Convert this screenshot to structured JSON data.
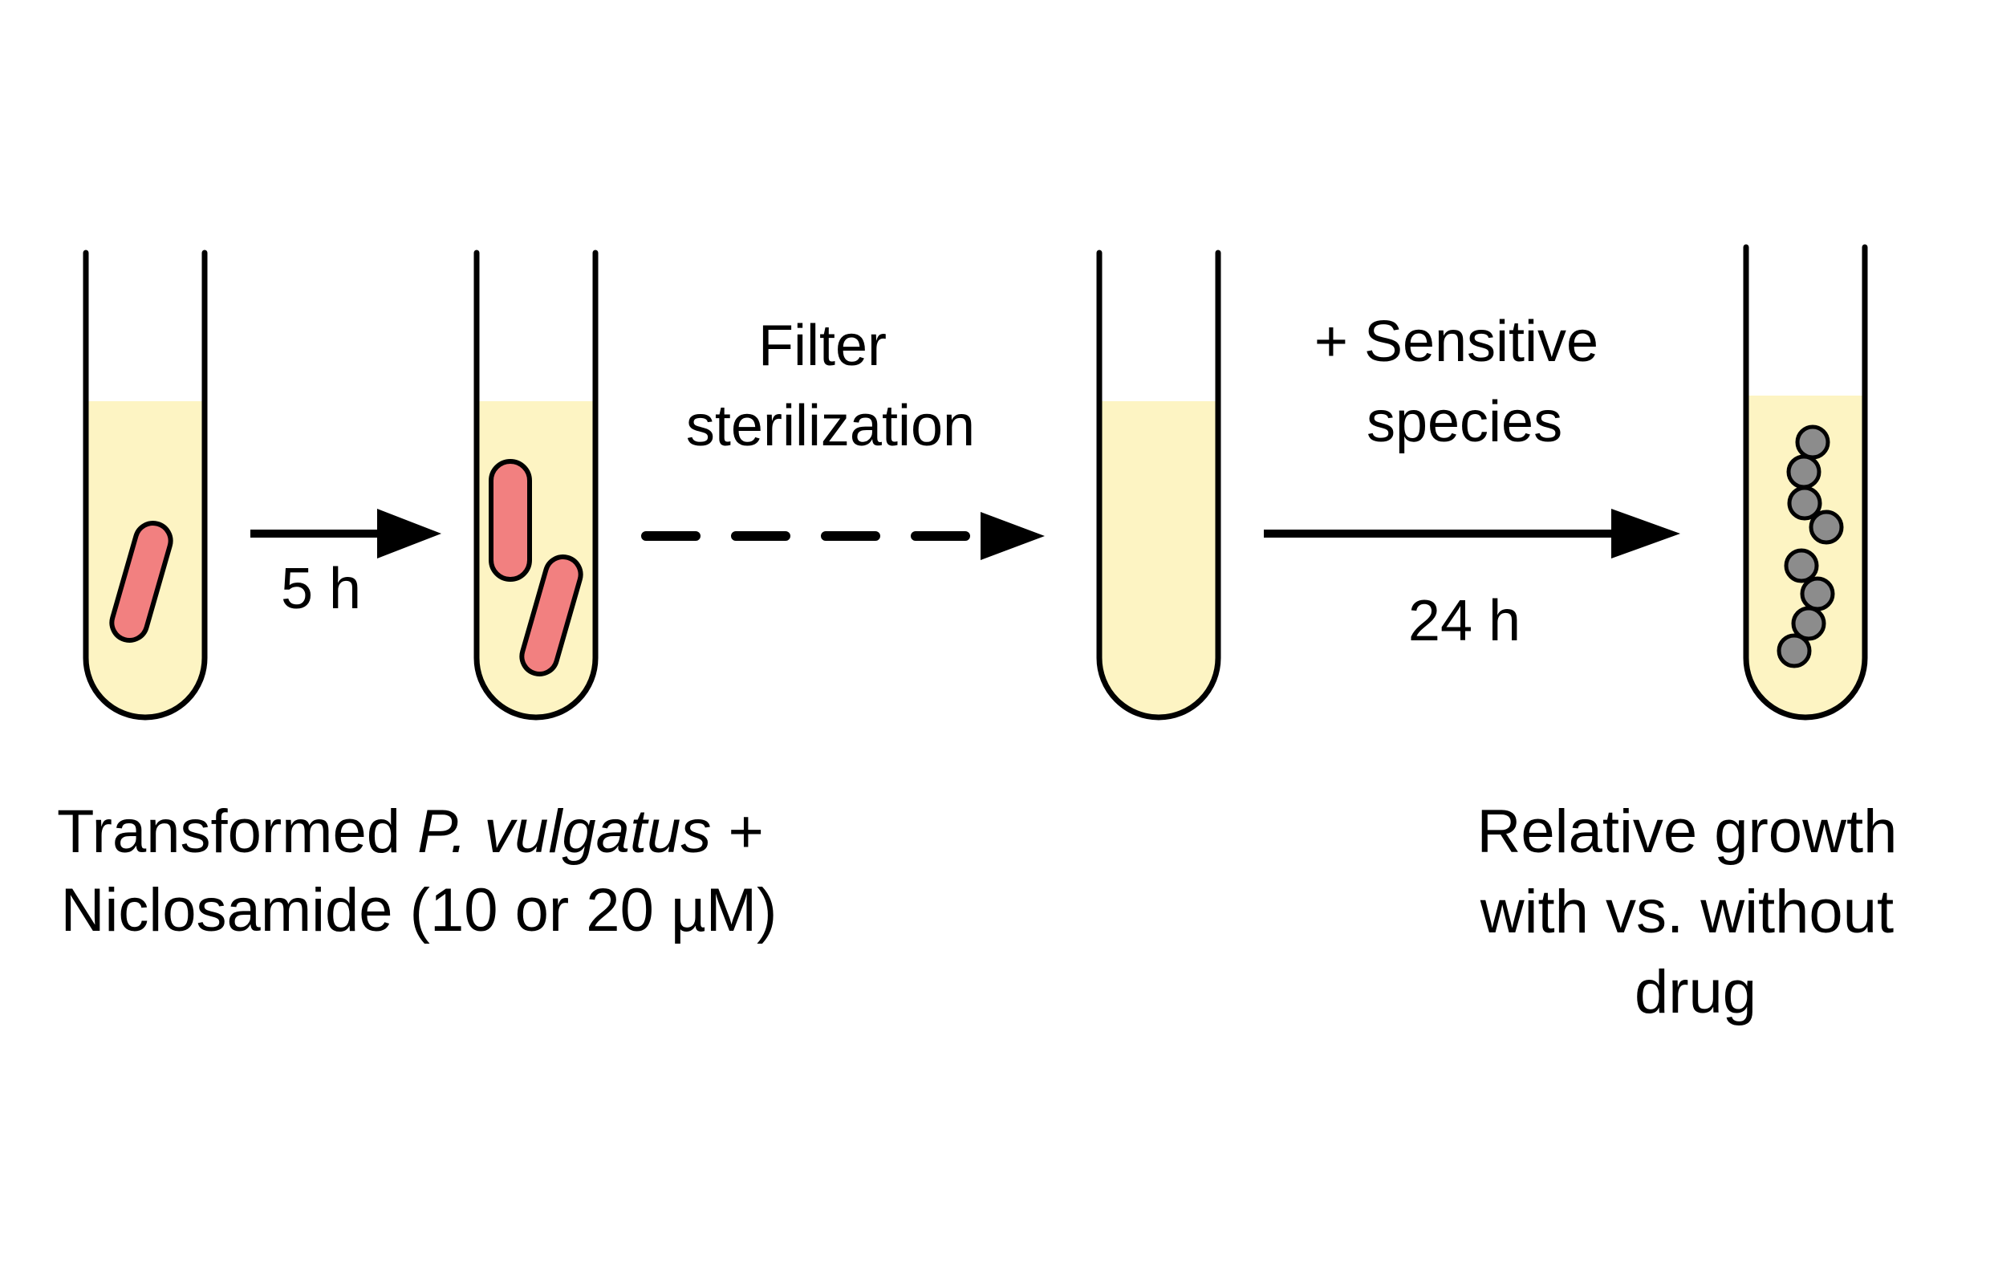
{
  "colors": {
    "medium": "#fdf4c3",
    "rod_bacteria": "#f28080",
    "sensitive_species": "#8c8c8c",
    "outline": "#000000"
  },
  "steps": {
    "incubation_time": "5 h",
    "filter_label": [
      "Filter",
      "sterilization"
    ],
    "add_species_label": [
      "+ Sensitive",
      "species"
    ],
    "growth_time": "24 h"
  },
  "captions": {
    "left": {
      "line1_prefix": "Transformed ",
      "line1_italic": "P. vulgatus",
      "line1_suffix": " +",
      "line2": "Niclosamide (10 or 20 µM)"
    },
    "right": [
      "Relative growth",
      "with vs. without",
      "drug"
    ]
  }
}
